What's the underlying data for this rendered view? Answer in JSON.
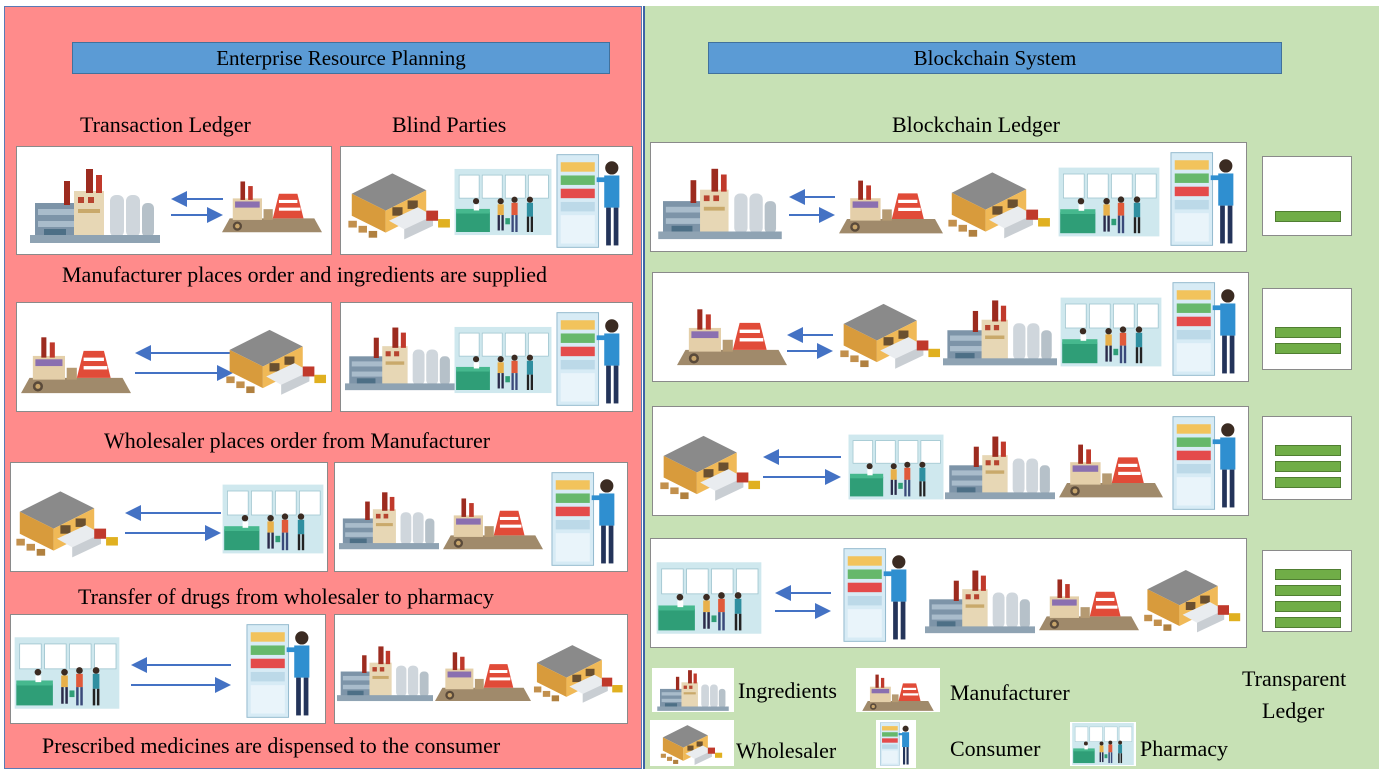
{
  "left": {
    "title": "Enterprise Resource Planning",
    "col1": "Transaction Ledger",
    "col2": "Blind Parties",
    "captions": [
      "Manufacturer places order and ingredients are supplied",
      "Wholesaler places order from Manufacturer",
      "Transfer of drugs from wholesaler to pharmacy",
      "Prescribed medicines are dispensed to the consumer"
    ]
  },
  "right": {
    "title": "Blockchain System",
    "ledger_label": "Blockchain Ledger",
    "transparent_label": "Transparent Ledger",
    "transparent_line1": "Transparent",
    "transparent_line2": "Ledger"
  },
  "legend": [
    {
      "icon": "ingredients-icon",
      "label": "Ingredients"
    },
    {
      "icon": "manufacturer-icon",
      "label": "Manufacturer"
    },
    {
      "icon": "wholesaler-icon",
      "label": "Wholesaler"
    },
    {
      "icon": "consumer-icon",
      "label": "Consumer"
    },
    {
      "icon": "pharmacy-icon",
      "label": "Pharmacy"
    }
  ],
  "ledger_block_counts": [
    1,
    2,
    3,
    4
  ],
  "colors": {
    "erp_background": "#ff8b8b",
    "blockchain_background": "#c7e1b5",
    "title_bar": "#5b9bd5",
    "ledger_block": "#70ad47",
    "arrow": "#4472c4"
  }
}
